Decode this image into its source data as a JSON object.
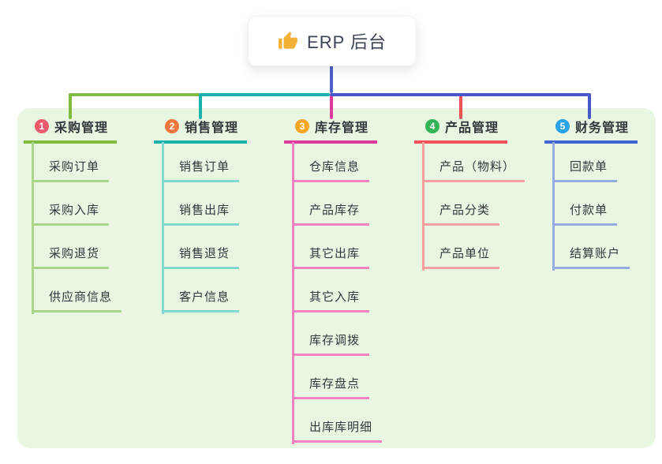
{
  "root": {
    "label": "ERP 后台",
    "icon": "thumbs-up-icon"
  },
  "panel": {
    "background": "#e9f6e1"
  },
  "connectors": {
    "stem_color": "#4d61c9",
    "left_segment_color": "#7fbc40",
    "middle_segment_color": "#17b3ab",
    "right_segment_color": "#4759c8",
    "inventory_drop_color": "#de3a9e",
    "product_drop_color": "#f25255"
  },
  "branches": [
    {
      "badge": "1",
      "label": "采购管理",
      "badge_color": "#ec5a6b",
      "accent_color": "#7fbc40",
      "child_line_color": "#a9d787",
      "children": [
        "采购订单",
        "采购入库",
        "采购退货",
        "供应商信息"
      ]
    },
    {
      "badge": "2",
      "label": "销售管理",
      "badge_color": "#f0783c",
      "accent_color": "#17b3ab",
      "child_line_color": "#82d7d0",
      "children": [
        "销售订单",
        "销售出库",
        "销售退货",
        "客户信息"
      ]
    },
    {
      "badge": "3",
      "label": "库存管理",
      "badge_color": "#f6a723",
      "accent_color": "#de3a9e",
      "child_line_color": "#f480c1",
      "children": [
        "仓库信息",
        "产品库存",
        "其它出库",
        "其它入库",
        "库存调拨",
        "库存盘点",
        "出库库明细"
      ]
    },
    {
      "badge": "4",
      "label": "产品管理",
      "badge_color": "#33b357",
      "accent_color": "#f25255",
      "child_line_color": "#f8a0a1",
      "children": [
        "产品（物料）",
        "产品分类",
        "产品单位"
      ]
    },
    {
      "badge": "5",
      "label": "财务管理",
      "badge_color": "#29a2e6",
      "accent_color": "#3f66d4",
      "child_line_color": "#97abe3",
      "children": [
        "回款单",
        "付款单",
        "结算账户"
      ]
    }
  ]
}
